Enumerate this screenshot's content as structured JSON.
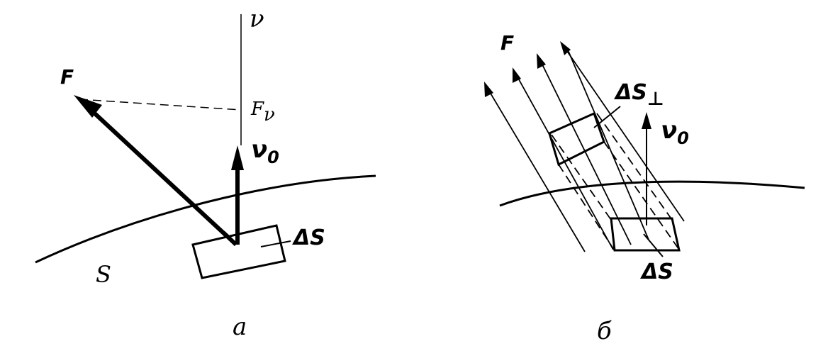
{
  "panel_a": {
    "vector_F": "F",
    "normal_nu": "ν",
    "component_F_nu": "F",
    "component_F_nu_sub": "ν",
    "unit_normal": "ν",
    "unit_normal_sub": "0",
    "area_element": "ΔS",
    "surface": "S",
    "caption": "а"
  },
  "panel_b": {
    "field_F": "F",
    "projected_area": "ΔS",
    "projected_area_sub": "⊥",
    "unit_normal": "ν",
    "unit_normal_sub": "0",
    "area_element": "ΔS",
    "caption": "б"
  }
}
